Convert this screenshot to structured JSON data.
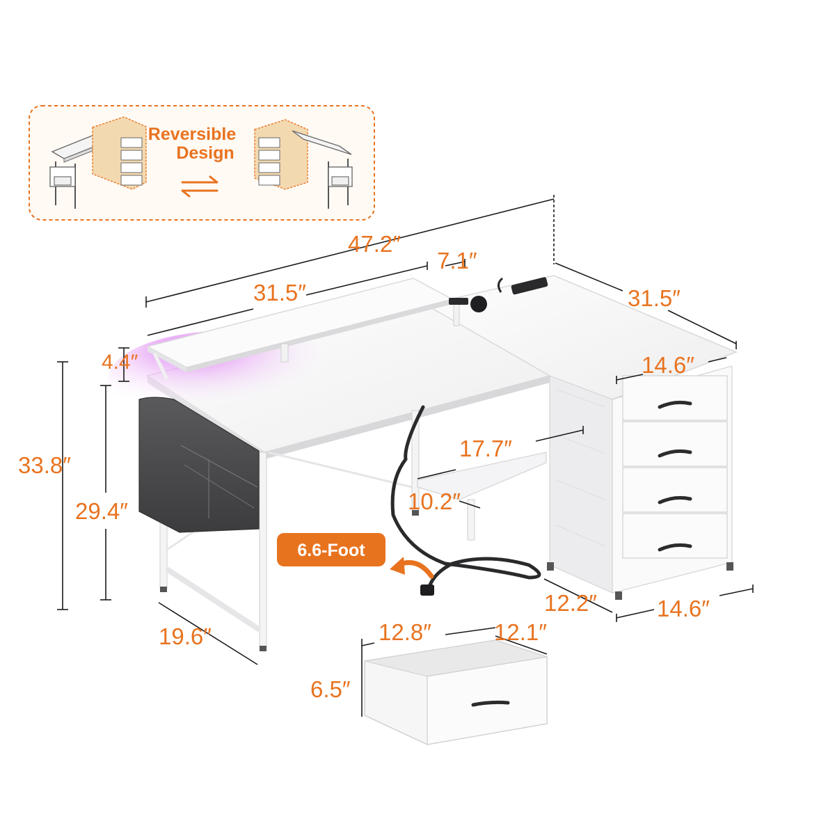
{
  "reversible": {
    "line1": "Reversible",
    "line2": "Design",
    "swap_icon": "swap-arrows-icon"
  },
  "cable": {
    "label": "6.6-Foot"
  },
  "dimensions": {
    "total_width": "47.2″",
    "left_desk_width": "31.5″",
    "shelf_offset": "7.1″",
    "right_desk_depth": "31.5″",
    "cabinet_top_width": "14.6″",
    "monitor_shelf_height": "4.4″",
    "total_height": "33.8″",
    "desk_height": "29.4″",
    "shelf_width": "17.7″",
    "shelf_depth": "10.2″",
    "desk_depth": "19.6″",
    "cabinet_depth": "12.2″",
    "cabinet_width": "14.6″",
    "drawer_width": "12.8″",
    "drawer_depth": "12.1″",
    "drawer_height": "6.5″"
  },
  "colors": {
    "accent": "#e8731f",
    "desk": "#f7f7f8",
    "led": "#e58cf5",
    "fabric": "#4a4a4c"
  }
}
